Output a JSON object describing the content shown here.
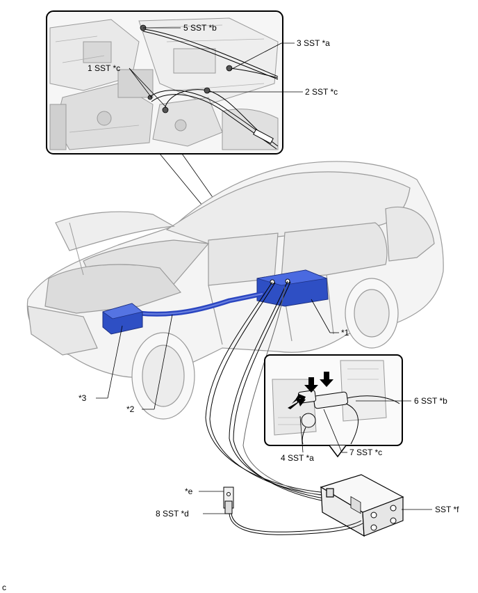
{
  "labels": {
    "l5": "5 SST *b",
    "l3": "3 SST *a",
    "l1": "1 SST *c",
    "l2": "2 SST *c",
    "star1": "*1",
    "star3": "*3",
    "star2": "*2",
    "l6": "6 SST *b",
    "l4": "4 SST *a",
    "l7": "7 SST *c",
    "stare": "*e",
    "l8": "8 SST *d",
    "sstf": "SST *f",
    "code": "c"
  },
  "colors": {
    "battery_blue": "#2e4fc4",
    "harness_blue": "#2a45c0",
    "outline": "#000000",
    "line_gray": "#9a9a9a",
    "fill_light": "#f4f4f4"
  }
}
